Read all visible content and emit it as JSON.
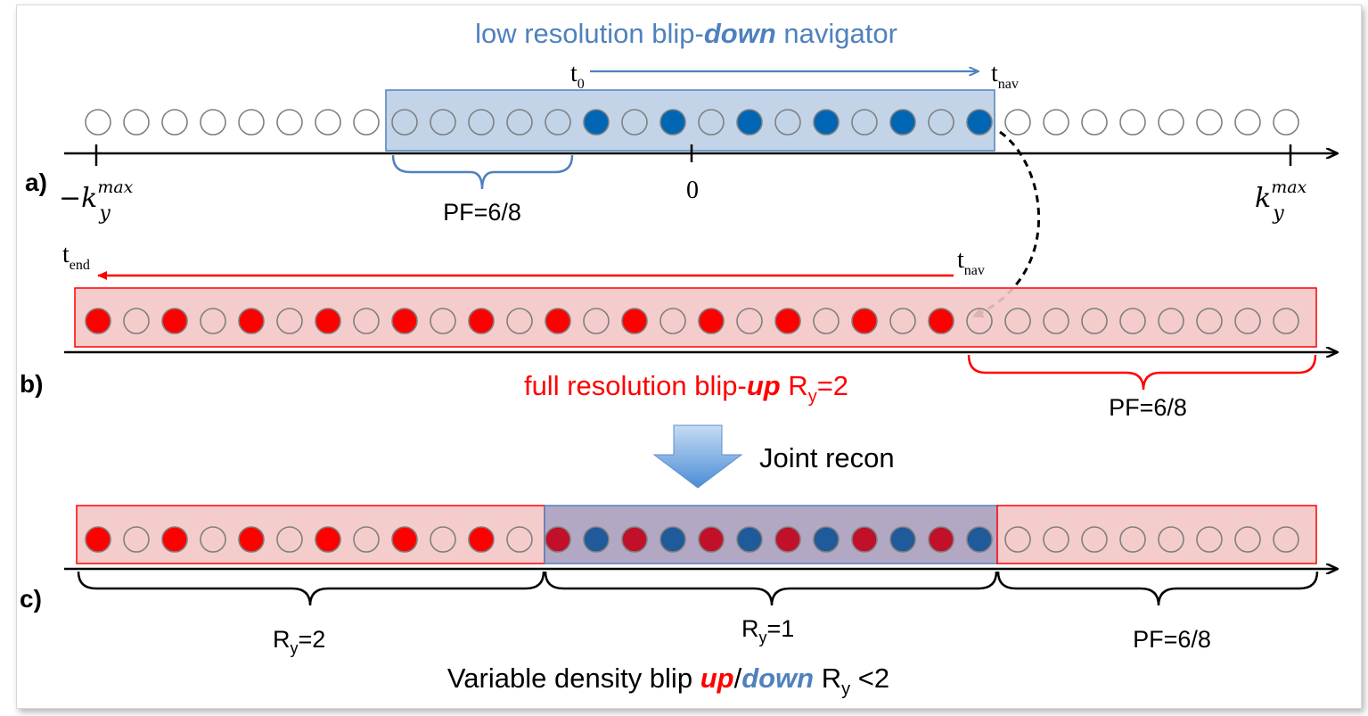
{
  "title_a": {
    "prefix": "low resolution blip-",
    "emph": "down",
    "suffix": " navigator"
  },
  "t0": {
    "base": "t",
    "sub": "0"
  },
  "tnav": {
    "base": "t",
    "sub": "nav"
  },
  "tend": {
    "base": "t",
    "sub": "end"
  },
  "panel_labels": {
    "a": "a)",
    "b": "b)",
    "c": "c)"
  },
  "axis_a": {
    "neg_k": "−k",
    "pos_k": "k",
    "sub": "y",
    "sup": "max",
    "zero": "0"
  },
  "pf_label": "PF=6/8",
  "title_b": {
    "prefix": "full resolution blip-",
    "emph": "up",
    "middle": " R",
    "sub": "y",
    "suffix": "=2"
  },
  "joint_recon": "Joint recon",
  "ry2": {
    "base": "R",
    "sub": "y",
    "suffix": "=2"
  },
  "ry1": {
    "base": "R",
    "sub": "y",
    "suffix": "=1"
  },
  "bottom_title": {
    "prefix": "Variable density blip ",
    "up": "up",
    "slash": "/",
    "down": "down",
    "space": " R",
    "sub": "y",
    "suffix": " <2"
  },
  "colors": {
    "blue_text": "#4f81bd",
    "red_text": "#ff0000",
    "blue_fill": "#0066b3",
    "red_fill": "#ff0000",
    "dark_red_fill": "#c0102a",
    "dark_blue_fill": "#1f5a9a"
  },
  "rows": {
    "a": [
      "o",
      "o",
      "o",
      "o",
      "o",
      "o",
      "o",
      "o",
      "o",
      "o",
      "o",
      "o",
      "o",
      "b",
      "o",
      "b",
      "o",
      "b",
      "o",
      "b",
      "o",
      "b",
      "o",
      "b",
      "o",
      "o",
      "o",
      "o",
      "o",
      "o",
      "o",
      "o"
    ],
    "b": [
      "r",
      "o",
      "r",
      "o",
      "r",
      "o",
      "r",
      "o",
      "r",
      "o",
      "r",
      "o",
      "r",
      "o",
      "r",
      "o",
      "r",
      "o",
      "r",
      "o",
      "r",
      "o",
      "r",
      "o",
      "o",
      "o",
      "o",
      "o",
      "o",
      "o",
      "o",
      "o"
    ],
    "c": [
      "r",
      "o",
      "r",
      "o",
      "r",
      "o",
      "r",
      "o",
      "r",
      "o",
      "r",
      "o",
      "d",
      "n",
      "d",
      "n",
      "d",
      "n",
      "d",
      "n",
      "d",
      "n",
      "d",
      "n",
      "o",
      "o",
      "o",
      "o",
      "o",
      "o",
      "o",
      "o"
    ]
  }
}
